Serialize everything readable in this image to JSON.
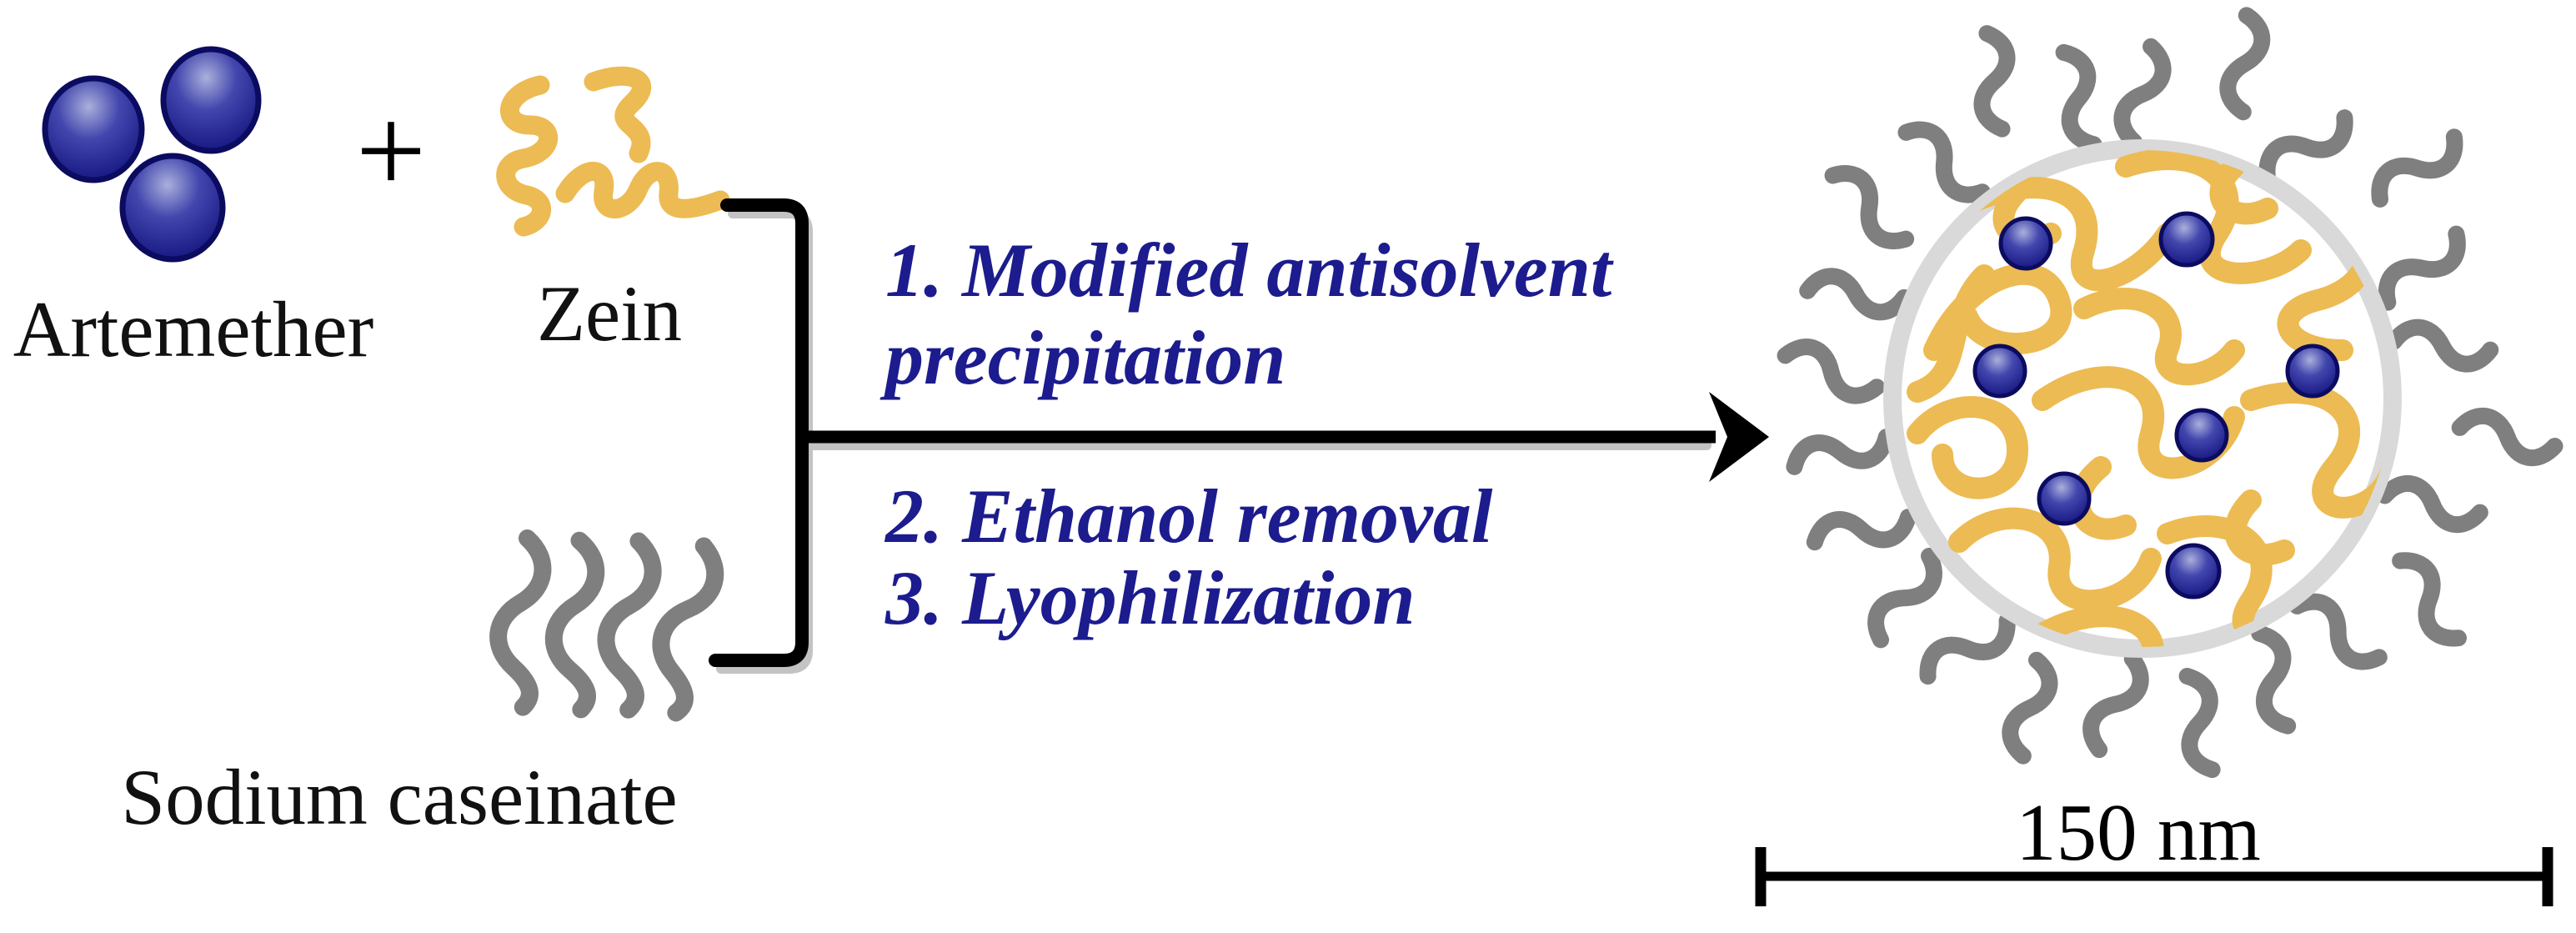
{
  "reactants": {
    "artemether_label": "Artemether",
    "plus_sign": "+",
    "zein_label": "Zein",
    "sodium_caseinate_label": "Sodium caseinate"
  },
  "process": {
    "step1_line1": "1. Modified antisolvent",
    "step1_line2": "precipitation",
    "step2": "2. Ethanol removal",
    "step3": "3. Lyophilization"
  },
  "product": {
    "scale_bar_label": "150 nm",
    "drug_spheres_inside": 7
  },
  "colors": {
    "artemether_blue": "#15157e",
    "zein_yellow": "#ecbb53",
    "caseinate_gray": "#7f7f7f",
    "shell_gray": "#d9d9d9",
    "step_text_blue": "#1c1c8e",
    "ink_black": "#000000"
  }
}
